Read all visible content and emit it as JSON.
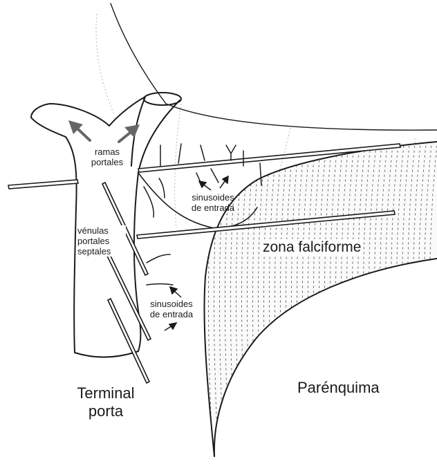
{
  "labels": {
    "ramas_portales": [
      "ramas",
      "portales"
    ],
    "sinusoides_top": [
      "sinusoides",
      "de entrada"
    ],
    "venulas": [
      "vénulas",
      "portales",
      "septales"
    ],
    "sinusoides_bottom": [
      "sinusoides",
      "de entrada"
    ],
    "zona_falciforme": "zona falciforme",
    "terminal_porta": [
      "Terminal",
      "porta"
    ],
    "parenquima": "Parénquima"
  },
  "colors": {
    "ink": "#1a1a1a",
    "hatch": "#555555",
    "arrow_fill": "#666666",
    "background": "#ffffff"
  }
}
